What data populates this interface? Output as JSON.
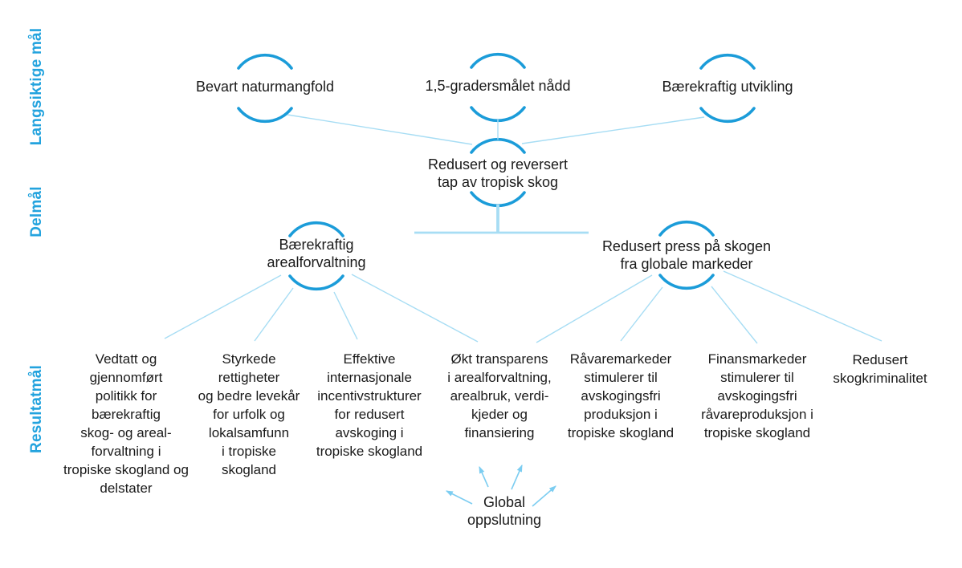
{
  "diagram": {
    "row_labels": [
      {
        "id": "langsiktige-mal",
        "label": "Langsiktige mål"
      },
      {
        "id": "delmal",
        "label": "Delmål"
      },
      {
        "id": "resultatmal",
        "label": "Resultatmål"
      }
    ],
    "long_term_goals": [
      {
        "label": "Bevart naturmangfold"
      },
      {
        "label": "1,5-gradersmålet nådd"
      },
      {
        "label": "Bærekraftig utvikling"
      }
    ],
    "main_goal": {
      "label": "Redusert og reversert\ntap av tropisk skog"
    },
    "sub_goals": [
      {
        "label": "Bærekraftig\narealforvaltning"
      },
      {
        "label": "Redusert press på skogen\nfra globale markeder"
      }
    ],
    "result_goals": [
      {
        "label": "Vedtatt og\ngjennomført\npolitikk for\nbærekraftig\nskog- og areal-\nforvaltning i\ntropiske skogland og\ndelstater"
      },
      {
        "label": "Styrkede\nrettigheter\nog bedre levekår\nfor urfolk og\nlokalsamfunn\ni tropiske\nskogland"
      },
      {
        "label": "Effektive\ninternasjonale\nincentivstrukturer\nfor redusert\navskoging i\ntropiske skogland"
      },
      {
        "label": "Økt transparens\ni arealforvaltning,\narealbruk, verdi-\nkjeder og\nfinansiering"
      },
      {
        "label": "Råvaremarkeder\nstimulerer til\navskogingsfri\nproduksjon i\ntropiske skogland"
      },
      {
        "label": "Finansmarkeder\nstimulerer til\navskogingsfri\nråvareproduksjon i\ntropiske skogland"
      },
      {
        "label": "Redusert\nskogkriminalitet"
      }
    ],
    "foundation": {
      "label": "Global\noppslutning"
    }
  },
  "colors": {
    "ring_blue": "#1b9cd9",
    "row_label_blue": "#23a3de",
    "connector_light_blue": "#a7ddf4",
    "arrow_blue": "#7ccdf1",
    "text_dark": "#1a1a1a",
    "background": "#ffffff"
  }
}
